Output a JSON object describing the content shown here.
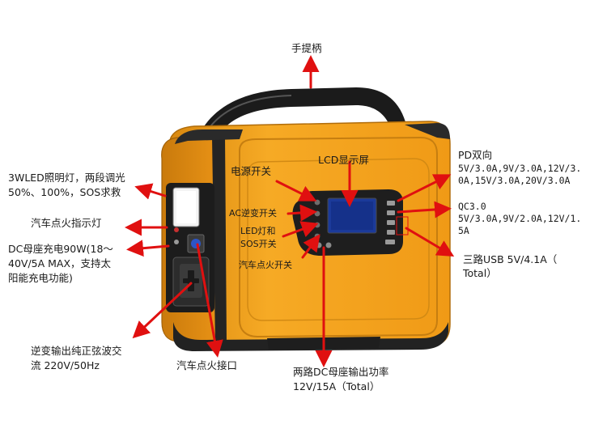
{
  "labels": {
    "handle": "手提柄",
    "lcd": "LCD显示屏",
    "power_switch": "电源开关",
    "light_1": "3WLED照明灯，两段调光",
    "light_2": "50%、100%，SOS求救",
    "car_indicator": "汽车点火指示灯",
    "dc_in_1": "DC母座充电90W(18～",
    "dc_in_2": "40V/5A MAX，支持太",
    "dc_in_3": "阳能充电功能)",
    "ac_switch": "AC逆变开关",
    "led_switch_1": "LED灯和",
    "led_switch_2": "SOS开关",
    "car_switch": "汽车点火开关",
    "pd_title": "PD双向",
    "pd_1": "5V/3.0A,9V/3.0A,12V/3.",
    "pd_2": "0A,15V/3.0A,20V/3.0A",
    "qc_title": "QC3.0",
    "qc_1": "5V/3.0A,9V/2.0A,12V/1.",
    "qc_2": "5A",
    "usb_1": "三路USB  5V/4.1A（",
    "usb_2": "Total）",
    "inverter_1": "逆变输出纯正弦波交",
    "inverter_2": "流 220V/50Hz",
    "car_port": "汽车点火接口",
    "dc_out_1": "两路DC母座输出功率",
    "dc_out_2": "12V/15A（Total）"
  },
  "colors": {
    "body": "#f2a01c",
    "arrow": "#e01010",
    "panel": "#1a1a1a",
    "screen": "#1b3a9a"
  }
}
